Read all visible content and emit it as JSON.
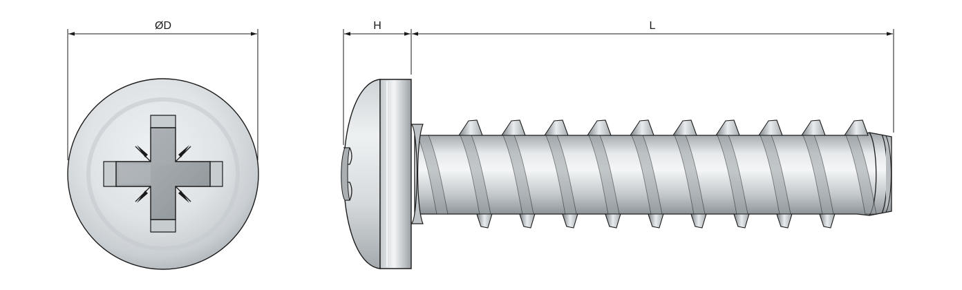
{
  "dimensions": {
    "diameter": "ØD",
    "head_height": "H",
    "length": "L"
  },
  "thread_turns": 11,
  "colors": {
    "line": "#1a1a1a",
    "metal_light": "#e4e8ea",
    "metal_mid": "#c6cbcf",
    "metal_dark": "#8f969b",
    "recess": "#9ea4a8"
  }
}
